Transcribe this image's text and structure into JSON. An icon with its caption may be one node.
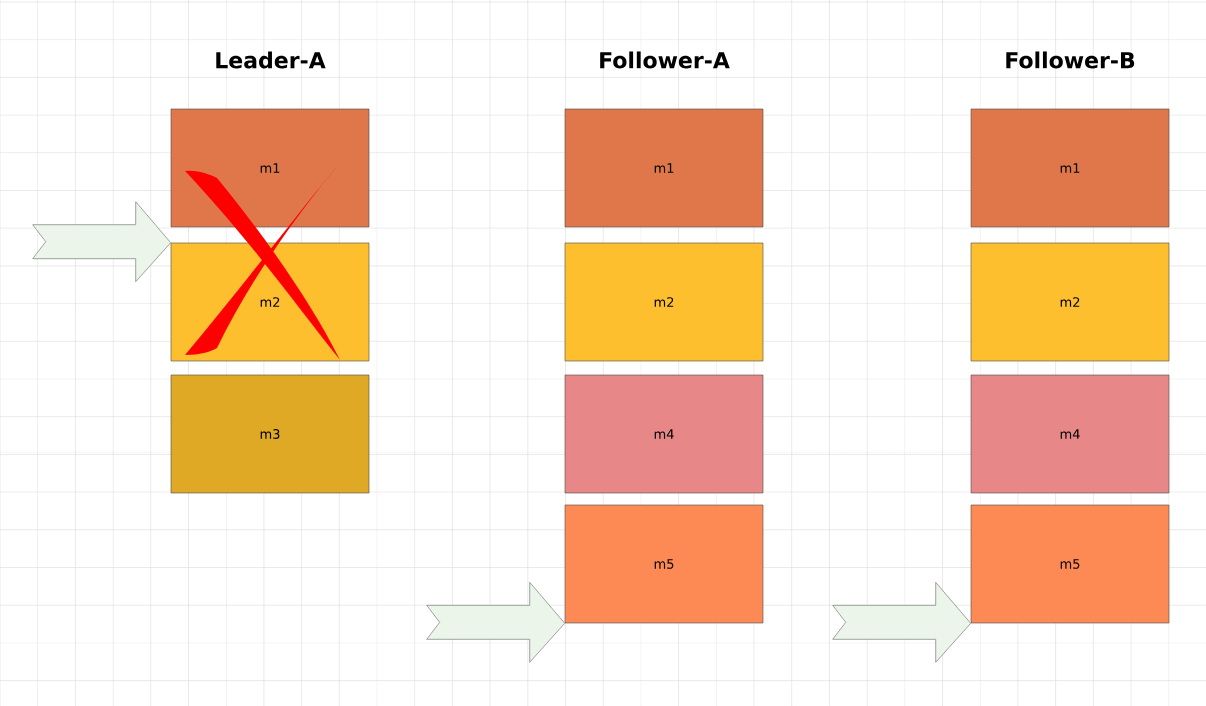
{
  "diagram": {
    "nodes": [
      {
        "text": [
          "m1"
        ]
      },
      {
        "text": [
          "m2"
        ]
      },
      {
        "text": [
          "m3"
        ]
      },
      {
        "text": [
          "m1"
        ]
      },
      {
        "text": [
          "m2"
        ]
      },
      {
        "text": [
          "m4"
        ]
      },
      {
        "text": [
          "m5"
        ]
      },
      {
        "text": [
          "m1"
        ]
      },
      {
        "text": [
          "m2"
        ]
      },
      {
        "text": [
          "m4"
        ]
      },
      {
        "text": [
          "m5"
        ]
      }
    ],
    "edges": [
      {
        "from": null,
        "to": 1,
        "arrow": "to"
      },
      {
        "from": null,
        "to": 6,
        "arrow": "to"
      },
      {
        "from": null,
        "to": 10,
        "arrow": "to"
      }
    ],
    "labels": [
      "Leader-A",
      "Follower-A",
      "Follower-B"
    ]
  }
}
